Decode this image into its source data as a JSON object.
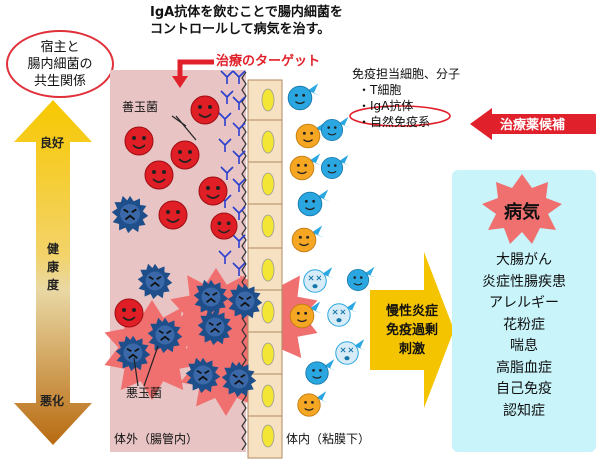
{
  "title": {
    "line1": "IgA抗体を飲むことで腸内細菌を",
    "line2": "コントロールして病気を治す。"
  },
  "symbiosis": {
    "line1": "宿主と",
    "line2": "腸内細菌の",
    "line3": "共生関係"
  },
  "health": {
    "good": "良好",
    "label_1": "健",
    "label_2": "康",
    "label_3": "度",
    "bad": "悪化"
  },
  "target": {
    "label": "治療のターゲット"
  },
  "gut": {
    "good_bacteria": "善玉菌",
    "bad_bacteria": "悪玉菌",
    "outside_label": "体外（腸管内）",
    "inside_label": "体内（粘膜下）"
  },
  "immune": {
    "heading": "免疫担当細胞、分子",
    "t_cell": "・T細胞",
    "iga": "・IgA抗体",
    "innate": "・自然免疫系"
  },
  "drug_candidate": {
    "label": "治療薬候補"
  },
  "inflammation": {
    "line1": "慢性炎症",
    "line2": "免疫過剰",
    "line3": "刺激"
  },
  "disease": {
    "title": "病気",
    "items": [
      "大腸がん",
      "炎症性腸疾患",
      "アレルギー",
      "花粉症",
      "喘息",
      "高脂血症",
      "自己免疫",
      "認知症"
    ]
  },
  "colors": {
    "accent_red": "#e0202a",
    "gut_bg": "#e8c4c4",
    "disease_bg": "#c8f4fa",
    "burst": "#f07070",
    "arrow_yellow": "#f5c400",
    "cell_fill": "#f6e2c2",
    "nucleus": "#f4e634",
    "good_bacteria": "#e01e26",
    "bad_bacteria": "#1f4f8a",
    "immune_blue": "#2aa7e0",
    "immune_orange": "#f5a623"
  }
}
